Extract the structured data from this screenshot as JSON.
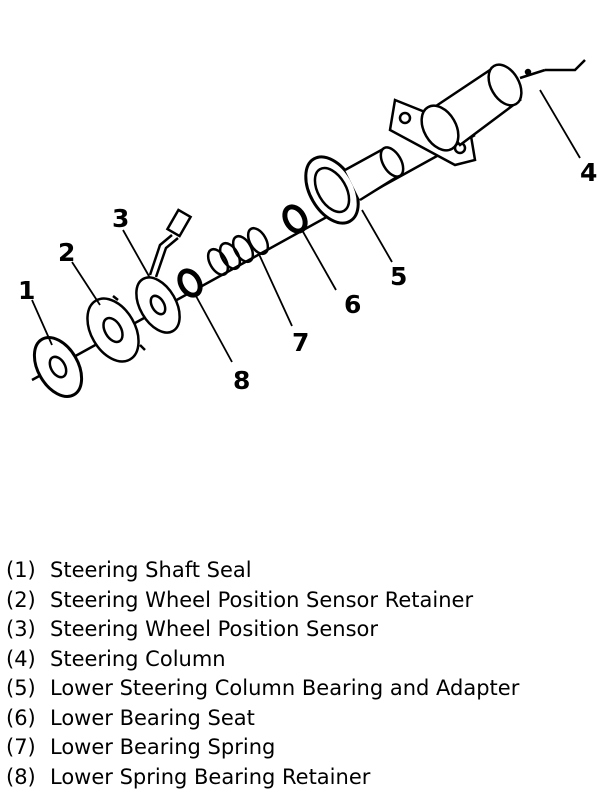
{
  "callouts": {
    "c1": "1",
    "c2": "2",
    "c3": "3",
    "c4": "4",
    "c5": "5",
    "c6": "6",
    "c7": "7",
    "c8": "8"
  },
  "legend": [
    {
      "number": "(1)",
      "label": "Steering Shaft Seal"
    },
    {
      "number": "(2)",
      "label": "Steering Wheel Position Sensor Retainer"
    },
    {
      "number": "(3)",
      "label": "Steering Wheel Position Sensor"
    },
    {
      "number": "(4)",
      "label": "Steering Column"
    },
    {
      "number": "(5)",
      "label": "Lower Steering Column Bearing and Adapter"
    },
    {
      "number": "(6)",
      "label": "Lower Bearing Seat"
    },
    {
      "number": "(7)",
      "label": "Lower Bearing Spring"
    },
    {
      "number": "(8)",
      "label": "Lower Spring Bearing Retainer"
    }
  ]
}
